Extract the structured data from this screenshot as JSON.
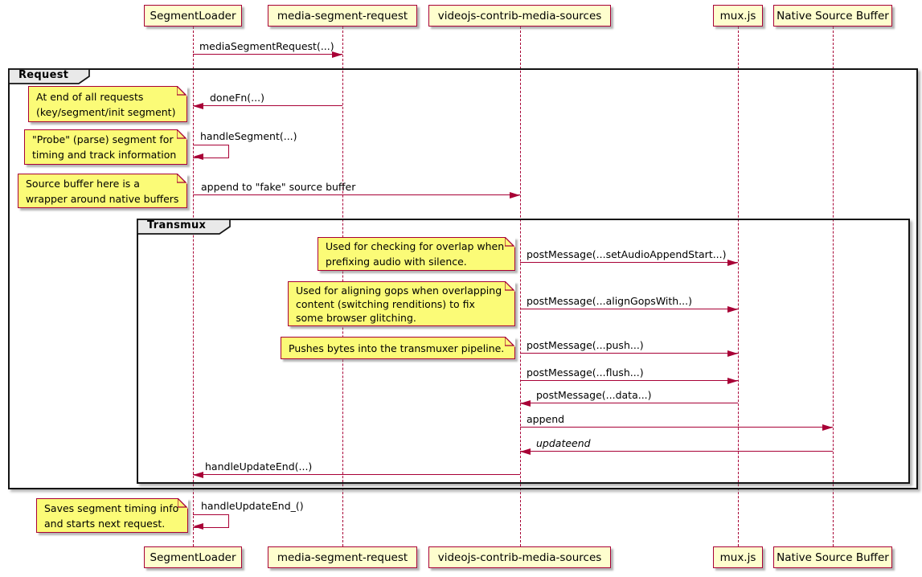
{
  "diagram": {
    "type": "sequence-diagram",
    "participants": [
      {
        "label": "SegmentLoader"
      },
      {
        "label": "media-segment-request"
      },
      {
        "label": "videojs-contrib-media-sources"
      },
      {
        "label": "mux.js"
      },
      {
        "label": "Native Source Buffer"
      }
    ],
    "frames": [
      {
        "label": "Request"
      },
      {
        "label": "Transmux"
      }
    ],
    "messages": [
      {
        "label": "mediaSegmentRequest(...)",
        "from": "SegmentLoader",
        "to": "media-segment-request",
        "direction": "right"
      },
      {
        "label": "doneFn(...)",
        "from": "media-segment-request",
        "to": "SegmentLoader",
        "direction": "left"
      },
      {
        "label": "handleSegment(...)",
        "from": "SegmentLoader",
        "to": "SegmentLoader",
        "direction": "self"
      },
      {
        "label": "append to \"fake\" source buffer",
        "from": "SegmentLoader",
        "to": "videojs-contrib-media-sources",
        "direction": "right"
      },
      {
        "label": "postMessage(...setAudioAppendStart...)",
        "from": "videojs-contrib-media-sources",
        "to": "mux.js",
        "direction": "right"
      },
      {
        "label": "postMessage(...alignGopsWith...)",
        "from": "videojs-contrib-media-sources",
        "to": "mux.js",
        "direction": "right"
      },
      {
        "label": "postMessage(...push...)",
        "from": "videojs-contrib-media-sources",
        "to": "mux.js",
        "direction": "right"
      },
      {
        "label": "postMessage(...flush...)",
        "from": "videojs-contrib-media-sources",
        "to": "mux.js",
        "direction": "right"
      },
      {
        "label": "postMessage(...data...)",
        "from": "mux.js",
        "to": "videojs-contrib-media-sources",
        "direction": "left"
      },
      {
        "label": "append",
        "from": "videojs-contrib-media-sources",
        "to": "Native Source Buffer",
        "direction": "right"
      },
      {
        "label": "updateend",
        "from": "Native Source Buffer",
        "to": "videojs-contrib-media-sources",
        "direction": "left",
        "style": "italic"
      },
      {
        "label": "handleUpdateEnd(...)",
        "from": "videojs-contrib-media-sources",
        "to": "SegmentLoader",
        "direction": "left"
      },
      {
        "label": "handleUpdateEnd_()",
        "from": "SegmentLoader",
        "to": "SegmentLoader",
        "direction": "self"
      }
    ],
    "notes": [
      {
        "lines": [
          "At end of all requests",
          "(key/segment/init segment)"
        ]
      },
      {
        "lines": [
          "\"Probe\" (parse) segment for",
          "timing and track information"
        ]
      },
      {
        "lines": [
          "Source buffer here is a",
          "wrapper around native buffers"
        ]
      },
      {
        "lines": [
          "Used for checking for overlap when",
          "prefixing audio with silence."
        ]
      },
      {
        "lines": [
          "Used for aligning gops when overlapping",
          "content (switching renditions) to fix",
          "some browser glitching."
        ]
      },
      {
        "lines": [
          "Pushes bytes into the transmuxer pipeline."
        ]
      },
      {
        "lines": [
          "Saves segment timing info",
          "and starts next request."
        ]
      }
    ],
    "colors": {
      "accent": "#A80036",
      "participant_fill": "#FEFECE",
      "note_fill": "#FBFB77",
      "frame_border": "#131313",
      "frame_tab_fill": "#E9E9E9",
      "background": "#FFFFFF"
    }
  }
}
